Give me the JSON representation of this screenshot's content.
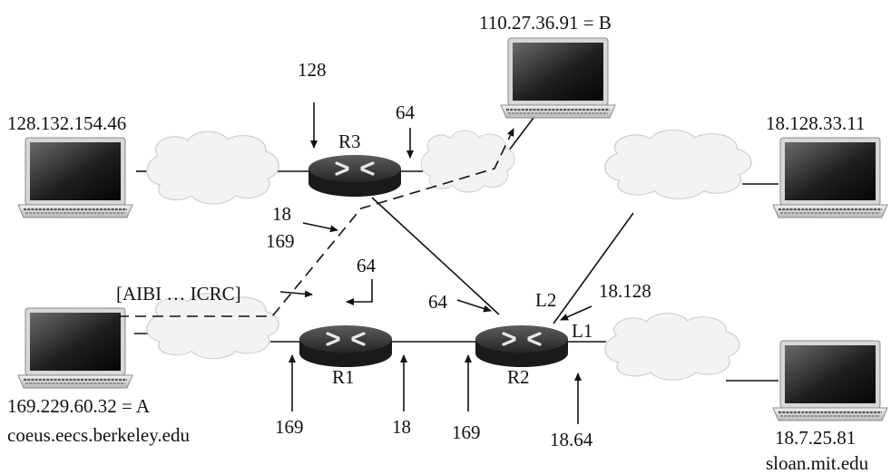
{
  "hosts": {
    "host_top_left": "128.132.154.46",
    "host_b": "110.27.36.91 = B",
    "host_right_upper": "18.128.33.11",
    "host_a_ip": "169.229.60.32 = A",
    "host_a_name": "coeus.eecs.berkeley.edu",
    "host_right_lower_ip": "18.7.25.81",
    "host_right_lower_name": "sloan.mit.edu"
  },
  "routers": {
    "r1": "R1",
    "r2": "R2",
    "r3": "R3"
  },
  "ports": {
    "l1": "L1",
    "l2": "L2"
  },
  "table_labels": {
    "r3_top": "128",
    "r3_right": "64",
    "r3_left_a": "18",
    "r3_left_b": "169",
    "r1_top": "64",
    "r1_bottom_left": "169",
    "r1_bottom_right": "18",
    "r2_left": "64",
    "r2_bottom_left": "169",
    "r2_bottom_right": "18.64",
    "r2_l2": "18.128"
  },
  "packet": "[AIBI … ICRC]"
}
